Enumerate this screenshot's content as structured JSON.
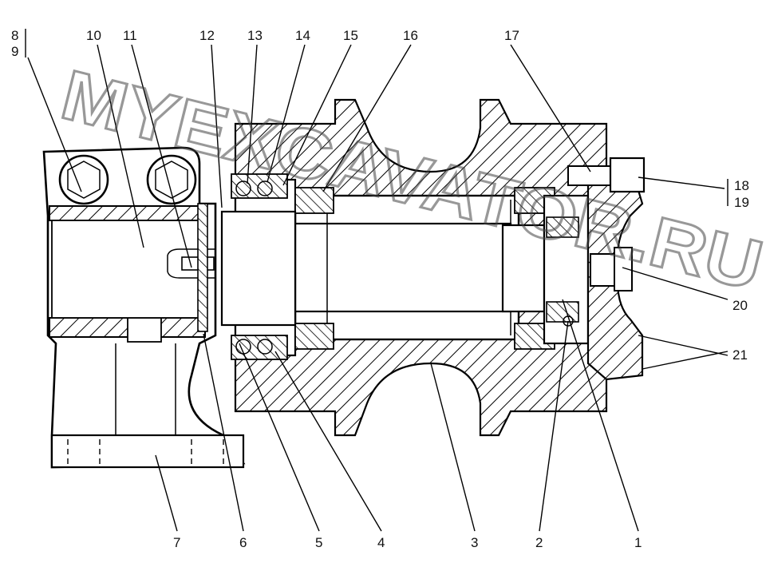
{
  "callouts_top": [
    "8",
    "9",
    "10",
    "11",
    "12",
    "13",
    "14",
    "15",
    "16",
    "17"
  ],
  "callouts_right": [
    "18",
    "19",
    "20",
    "21"
  ],
  "callouts_bottom": [
    "7",
    "6",
    "5",
    "4",
    "3",
    "2",
    "1"
  ],
  "watermark": "MYEXCAVATOR.RU"
}
